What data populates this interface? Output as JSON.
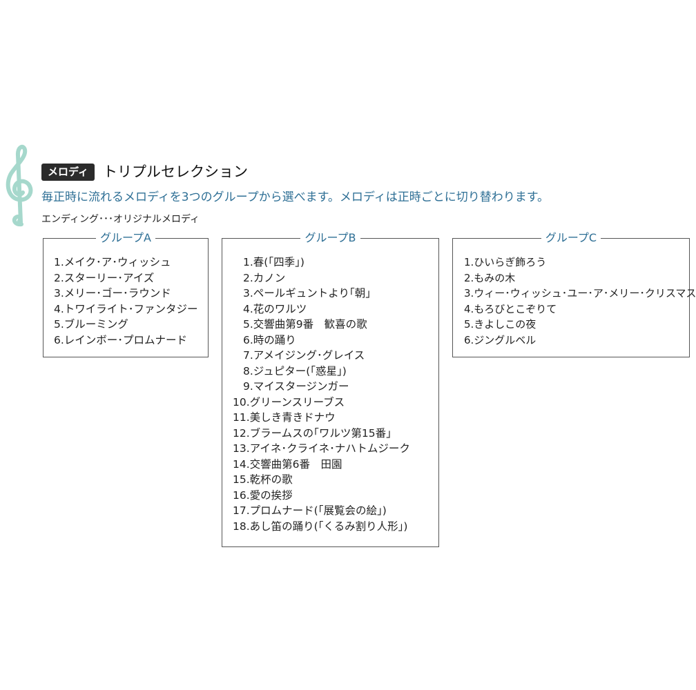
{
  "header": {
    "badge": "メロディ",
    "title": "トリプルセレクション"
  },
  "subtitle": "毎正時に流れるメロディを3つのグループから選べます。メロディは正時ごとに切り替わります。",
  "note": "エンディング･･･オリジナルメロディ",
  "icon": "treble-clef-icon",
  "colors": {
    "accent": "#2e6f95",
    "clef": "#a6d8cc",
    "badge_bg": "#2b2b2b"
  },
  "groups": [
    {
      "label": "グループA",
      "items": [
        "1.メイク･ア･ウィッシュ",
        "2.スターリー･アイズ",
        "3.メリー･ゴー･ラウンド",
        "4.トワイライト･ファンタジー",
        "5.ブルーミング",
        "6.レインボー･プロムナード"
      ]
    },
    {
      "label": "グループB",
      "items": [
        "1.春(｢四季｣)",
        "2.カノン",
        "3.ペールギュントより｢朝｣",
        "4.花のワルツ",
        "5.交響曲第9番　歓喜の歌",
        "6.時の踊り",
        "7.アメイジング･グレイス",
        "8.ジュピター(｢惑星｣)",
        "9.マイスタージンガー",
        "10.グリーンスリーブス",
        "11.美しき青きドナウ",
        "12.ブラームスの｢ワルツ第15番｣",
        "13.アイネ･クライネ･ナハトムジーク",
        "14.交響曲第6番　田園",
        "15.乾杯の歌",
        "16.愛の挨拶",
        "17.プロムナード(｢展覧会の絵｣)",
        "18.あし笛の踊り(｢くるみ割り人形｣)"
      ]
    },
    {
      "label": "グループC",
      "items": [
        "1.ひいらぎ飾ろう",
        "2.もみの木",
        "3.ウィー･ウィッシュ･ユー･ア･メリー･クリスマス",
        "4.もろびとこぞりて",
        "5.きよしこの夜",
        "6.ジングルベル"
      ]
    }
  ]
}
